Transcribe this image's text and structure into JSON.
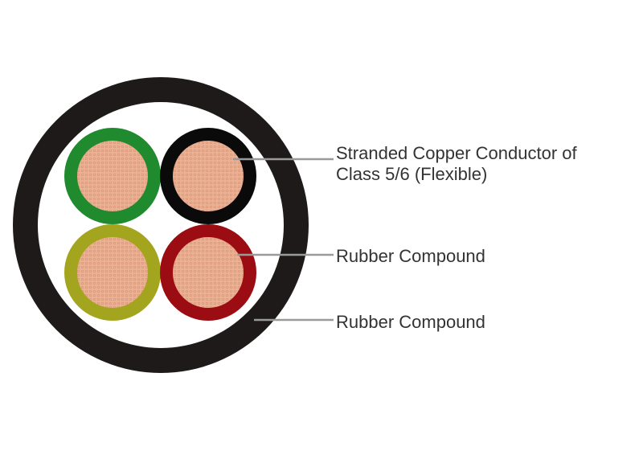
{
  "colors": {
    "background": "#ffffff",
    "outer_sheath": "#1e1a1a",
    "inner_fill": "#ffffff",
    "core_green": "#1f8a2e",
    "core_black": "#0a0a0a",
    "core_yellow": "#a3a51f",
    "core_red": "#9b0d12",
    "copper": "#e8a98a",
    "copper_strand": "#cf7f5d",
    "leader_line": "#9a9a9a",
    "label_text": "#333333"
  },
  "cores": [
    {
      "name": "green",
      "color_key": "core_green"
    },
    {
      "name": "black",
      "color_key": "core_black"
    },
    {
      "name": "yellow",
      "color_key": "core_yellow"
    },
    {
      "name": "red",
      "color_key": "core_red"
    }
  ],
  "callouts": {
    "conductor": {
      "line1": "Stranded Copper Conductor of",
      "line2": "Class 5/6 (Flexible)"
    },
    "insulation": {
      "label": "Rubber Compound"
    },
    "sheath": {
      "label": "Rubber Compound"
    }
  }
}
